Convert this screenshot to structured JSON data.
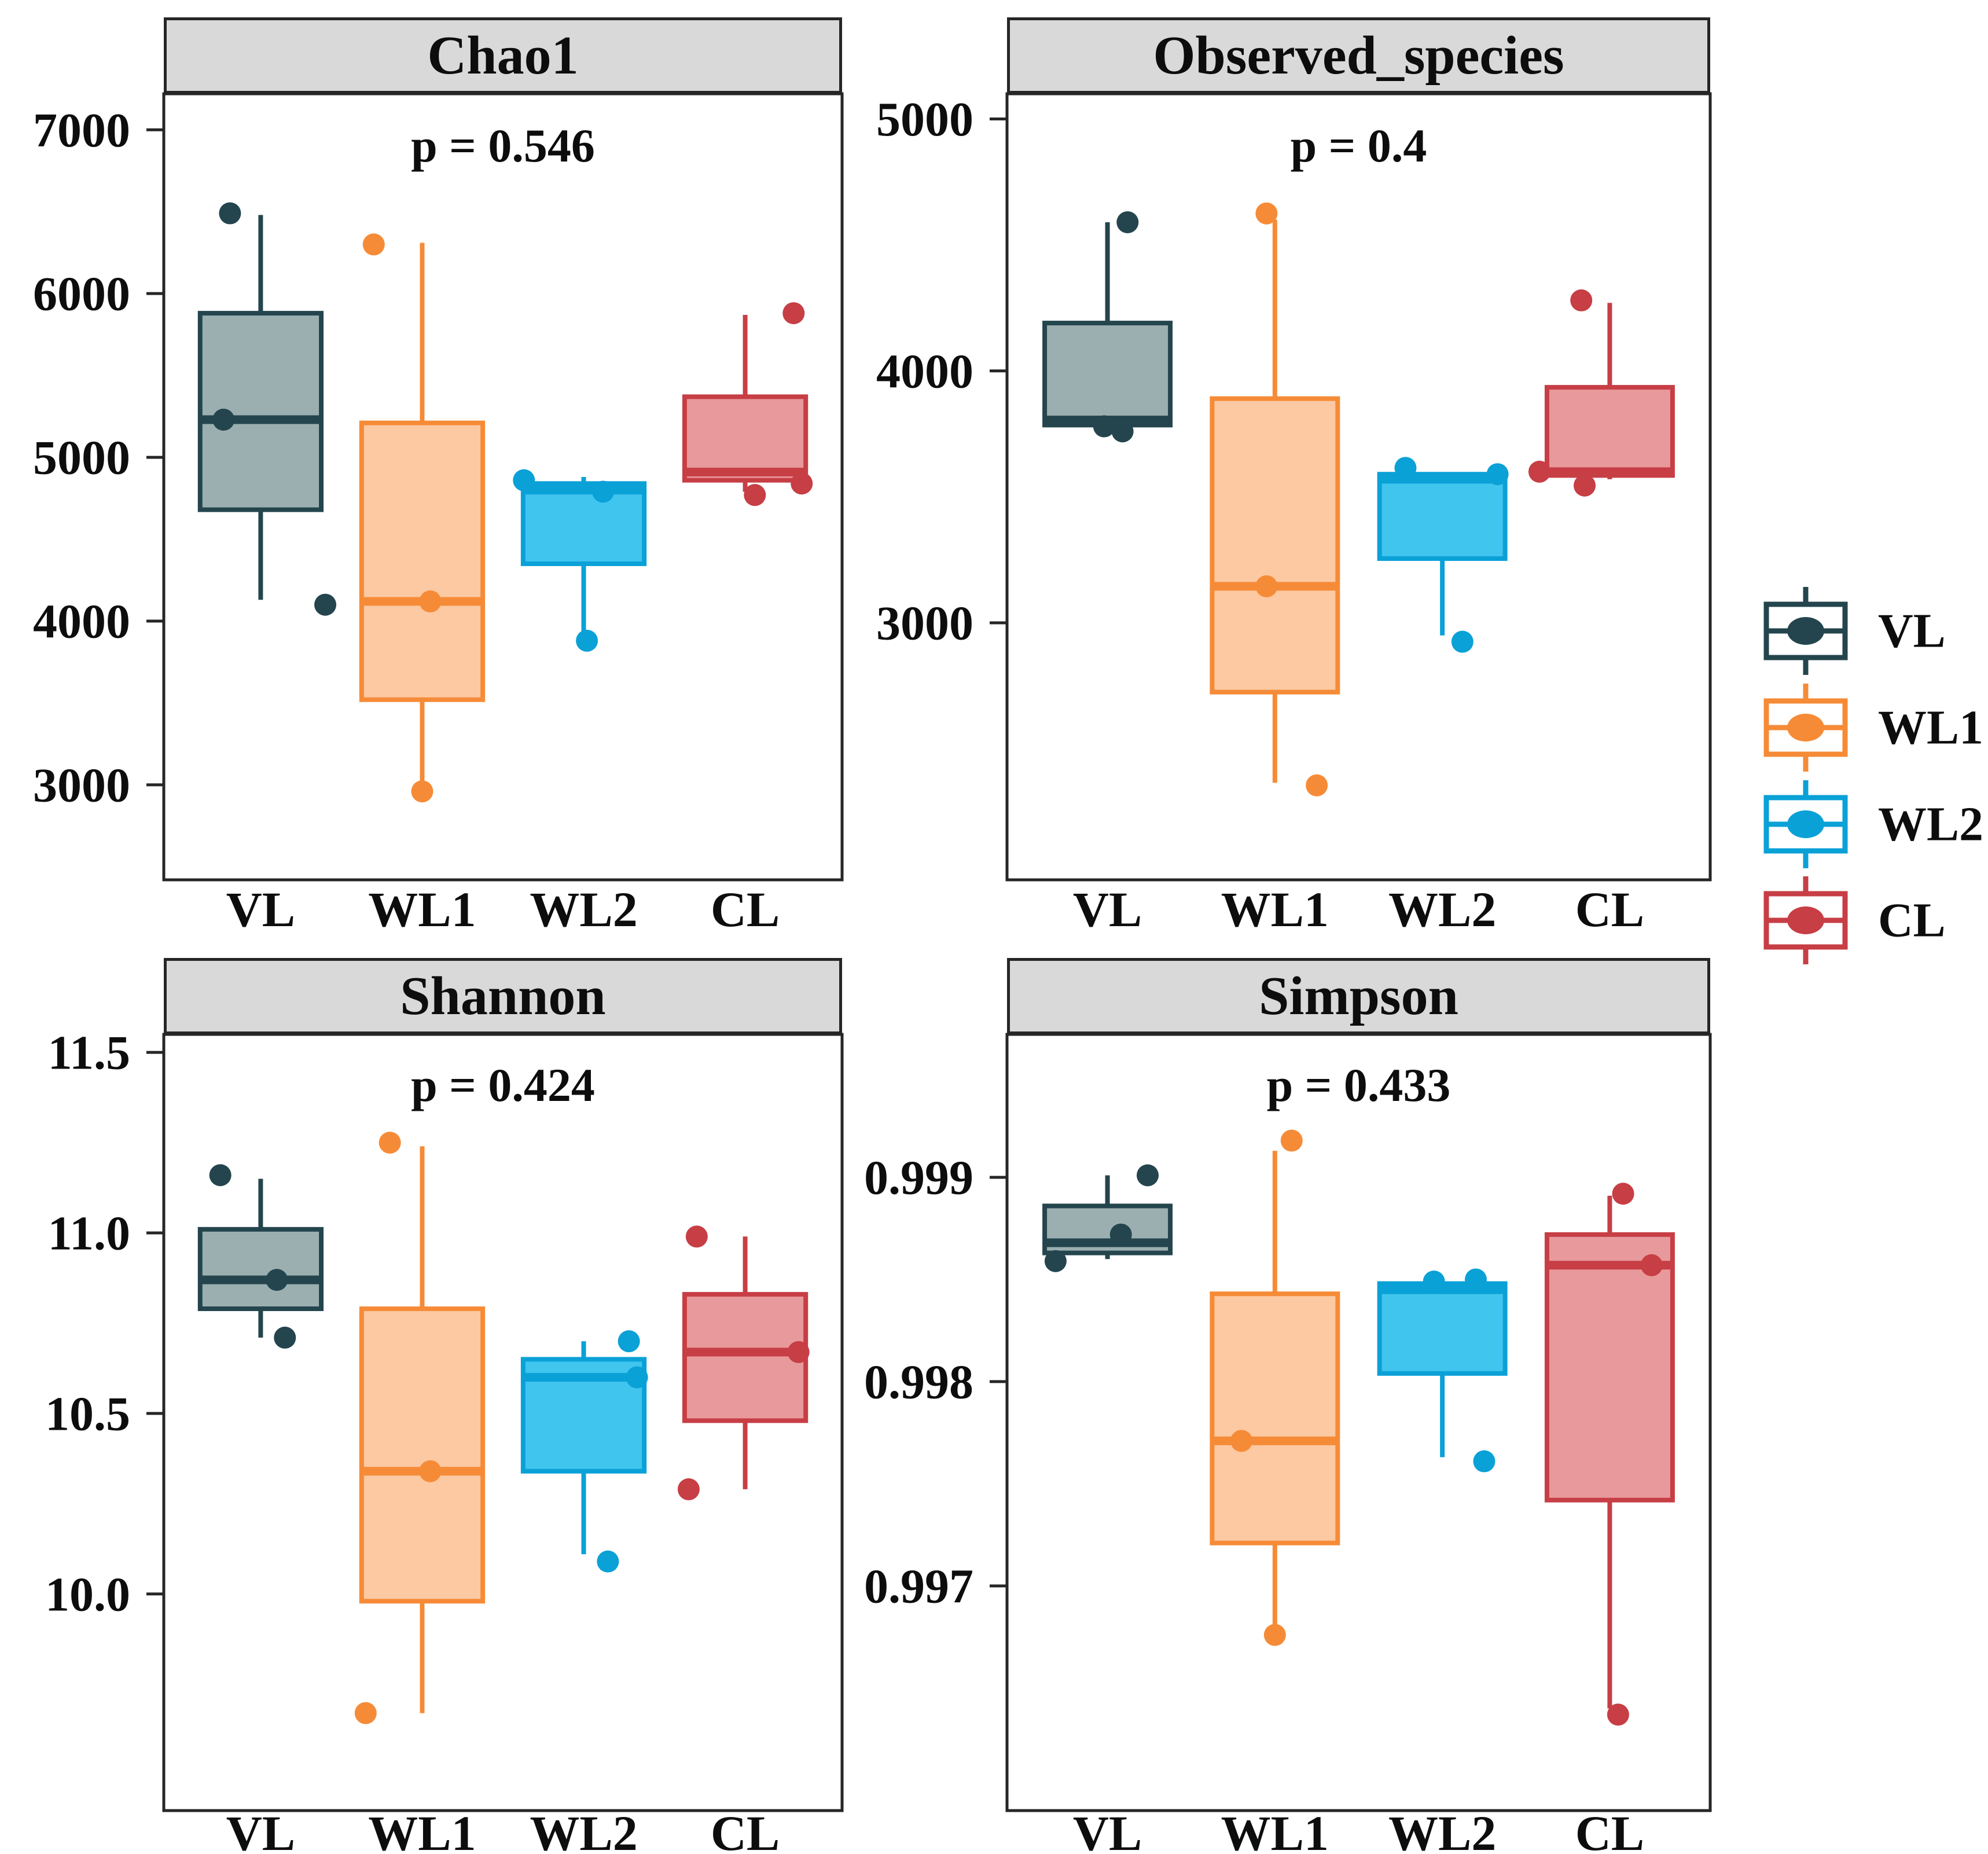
{
  "figure": {
    "background": "#ffffff",
    "text_color": "#0d0d0d",
    "panel_header_bg": "#d9d9d9",
    "panel_border_color": "#262626"
  },
  "groups": {
    "vl": {
      "label": "VL",
      "stroke": "#24454d",
      "fill": "#9bafb1"
    },
    "wl1": {
      "label": "WL1",
      "stroke": "#f68b37",
      "fill": "#fcc9a2"
    },
    "wl2": {
      "label": "WL2",
      "stroke": "#0aa1d7",
      "fill": "#40c5ef"
    },
    "cl": {
      "label": "CL",
      "stroke": "#c73e45",
      "fill": "#e8999b"
    }
  },
  "legend": {
    "items": [
      {
        "group": "vl",
        "label": "VL"
      },
      {
        "group": "wl1",
        "label": "WL1"
      },
      {
        "group": "wl2",
        "label": "WL2"
      },
      {
        "group": "cl",
        "label": "CL"
      }
    ]
  },
  "chart_data": [
    {
      "type": "box",
      "title": "Chao1",
      "p_label": "p = 0.546",
      "ylim": [
        2420,
        7220
      ],
      "yticks": [
        {
          "v": 7000,
          "label": "7000"
        },
        {
          "v": 6000,
          "label": "6000"
        },
        {
          "v": 5000,
          "label": "5000"
        },
        {
          "v": 4000,
          "label": "4000"
        },
        {
          "v": 3000,
          "label": "3000"
        }
      ],
      "categories": [
        "VL",
        "WL1",
        "WL2",
        "CL"
      ],
      "series": [
        {
          "group": "vl",
          "category": "VL",
          "whisker_low": 4130,
          "q1": 4680,
          "median": 5230,
          "q3": 5880,
          "whisker_high": 6480,
          "points": [
            {
              "v": 6490,
              "dx": -0.19
            },
            {
              "v": 5230,
              "dx": -0.23
            },
            {
              "v": 4100,
              "dx": 0.4
            }
          ]
        },
        {
          "group": "wl1",
          "category": "WL1",
          "whisker_low": 2990,
          "q1": 3520,
          "median": 4120,
          "q3": 5210,
          "whisker_high": 6310,
          "points": [
            {
              "v": 6300,
              "dx": -0.3
            },
            {
              "v": 4120,
              "dx": 0.05
            },
            {
              "v": 2960,
              "dx": 0.0
            }
          ]
        },
        {
          "group": "wl2",
          "category": "WL2",
          "whisker_low": 3890,
          "q1": 4350,
          "median": 4800,
          "q3": 4840,
          "whisker_high": 4880,
          "points": [
            {
              "v": 4860,
              "dx": -0.37
            },
            {
              "v": 4790,
              "dx": 0.12
            },
            {
              "v": 3880,
              "dx": 0.02
            }
          ]
        },
        {
          "group": "cl",
          "category": "CL",
          "whisker_low": 4790,
          "q1": 4860,
          "median": 4910,
          "q3": 5370,
          "whisker_high": 5870,
          "points": [
            {
              "v": 5880,
              "dx": 0.3
            },
            {
              "v": 4840,
              "dx": 0.35
            },
            {
              "v": 4770,
              "dx": 0.06
            }
          ]
        }
      ]
    },
    {
      "type": "box",
      "title": "Observed_species",
      "p_label": "p = 0.4",
      "ylim": [
        1980,
        5100
      ],
      "yticks": [
        {
          "v": 5000,
          "label": "5000"
        },
        {
          "v": 4000,
          "label": "4000"
        },
        {
          "v": 3000,
          "label": "3000"
        }
      ],
      "categories": [
        "VL",
        "WL1",
        "WL2",
        "CL"
      ],
      "series": [
        {
          "group": "vl",
          "category": "VL",
          "whisker_low": 3785,
          "q1": 3785,
          "median": 3805,
          "q3": 4190,
          "whisker_high": 4590,
          "points": [
            {
              "v": 4590,
              "dx": 0.12
            },
            {
              "v": 3780,
              "dx": -0.02
            },
            {
              "v": 3760,
              "dx": 0.09
            }
          ]
        },
        {
          "group": "wl1",
          "category": "WL1",
          "whisker_low": 2365,
          "q1": 2725,
          "median": 3145,
          "q3": 3890,
          "whisker_high": 4600,
          "points": [
            {
              "v": 4625,
              "dx": -0.05
            },
            {
              "v": 3145,
              "dx": -0.05
            },
            {
              "v": 2355,
              "dx": 0.25
            }
          ]
        },
        {
          "group": "wl2",
          "category": "WL2",
          "whisker_low": 2950,
          "q1": 3255,
          "median": 3570,
          "q3": 3590,
          "whisker_high": 3590,
          "points": [
            {
              "v": 3615,
              "dx": -0.22
            },
            {
              "v": 3590,
              "dx": 0.33
            },
            {
              "v": 2925,
              "dx": 0.12
            }
          ]
        },
        {
          "group": "cl",
          "category": "CL",
          "whisker_low": 3570,
          "q1": 3585,
          "median": 3600,
          "q3": 3935,
          "whisker_high": 4270,
          "points": [
            {
              "v": 4280,
              "dx": -0.17
            },
            {
              "v": 3600,
              "dx": -0.42
            },
            {
              "v": 3545,
              "dx": -0.15
            }
          ]
        }
      ]
    },
    {
      "type": "box",
      "title": "Shannon",
      "p_label": "p = 0.424",
      "ylim": [
        9.4,
        11.55
      ],
      "yticks": [
        {
          "v": 11.5,
          "label": "11.5"
        },
        {
          "v": 11.0,
          "label": "11.0"
        },
        {
          "v": 10.5,
          "label": "10.5"
        },
        {
          "v": 10.0,
          "label": "10.0"
        }
      ],
      "categories": [
        "VL",
        "WL1",
        "WL2",
        "CL"
      ],
      "series": [
        {
          "group": "vl",
          "category": "VL",
          "whisker_low": 10.71,
          "q1": 10.79,
          "median": 10.87,
          "q3": 11.01,
          "whisker_high": 11.15,
          "points": [
            {
              "v": 11.16,
              "dx": -0.25
            },
            {
              "v": 10.87,
              "dx": 0.1
            },
            {
              "v": 10.71,
              "dx": 0.15
            }
          ]
        },
        {
          "group": "wl1",
          "category": "WL1",
          "whisker_low": 9.67,
          "q1": 9.98,
          "median": 10.34,
          "q3": 10.79,
          "whisker_high": 11.24,
          "points": [
            {
              "v": 11.25,
              "dx": -0.2
            },
            {
              "v": 10.34,
              "dx": 0.05
            },
            {
              "v": 9.67,
              "dx": -0.35
            }
          ]
        },
        {
          "group": "wl2",
          "category": "WL2",
          "whisker_low": 10.11,
          "q1": 10.34,
          "median": 10.6,
          "q3": 10.65,
          "whisker_high": 10.7,
          "points": [
            {
              "v": 10.7,
              "dx": 0.28
            },
            {
              "v": 10.6,
              "dx": 0.33
            },
            {
              "v": 10.09,
              "dx": 0.15
            }
          ]
        },
        {
          "group": "cl",
          "category": "CL",
          "whisker_low": 10.29,
          "q1": 10.48,
          "median": 10.67,
          "q3": 10.83,
          "whisker_high": 10.99,
          "points": [
            {
              "v": 10.99,
              "dx": -0.3
            },
            {
              "v": 10.67,
              "dx": 0.33
            },
            {
              "v": 10.29,
              "dx": -0.35
            }
          ]
        }
      ]
    },
    {
      "type": "box",
      "title": "Simpson",
      "p_label": "p = 0.433",
      "ylim": [
        0.9959,
        0.9997
      ],
      "yticks": [
        {
          "v": 0.999,
          "label": "0.999"
        },
        {
          "v": 0.998,
          "label": "0.998"
        },
        {
          "v": 0.997,
          "label": "0.997"
        }
      ],
      "categories": [
        "VL",
        "WL1",
        "WL2",
        "CL"
      ],
      "series": [
        {
          "group": "vl",
          "category": "VL",
          "whisker_low": 0.9986,
          "q1": 0.99863,
          "median": 0.99868,
          "q3": 0.99886,
          "whisker_high": 0.99901,
          "points": [
            {
              "v": 0.99901,
              "dx": 0.24
            },
            {
              "v": 0.99872,
              "dx": 0.08
            },
            {
              "v": 0.99859,
              "dx": -0.31
            }
          ]
        },
        {
          "group": "wl1",
          "category": "WL1",
          "whisker_low": 0.99678,
          "q1": 0.99721,
          "median": 0.99771,
          "q3": 0.99843,
          "whisker_high": 0.99913,
          "points": [
            {
              "v": 0.99918,
              "dx": 0.1
            },
            {
              "v": 0.99771,
              "dx": -0.2
            },
            {
              "v": 0.99676,
              "dx": 0.0
            }
          ]
        },
        {
          "group": "wl2",
          "category": "WL2",
          "whisker_low": 0.99763,
          "q1": 0.99804,
          "median": 0.99845,
          "q3": 0.99848,
          "whisker_high": 0.99848,
          "points": [
            {
              "v": 0.99849,
              "dx": -0.05
            },
            {
              "v": 0.9985,
              "dx": 0.2
            },
            {
              "v": 0.99761,
              "dx": 0.25
            }
          ]
        },
        {
          "group": "cl",
          "category": "CL",
          "whisker_low": 0.9964,
          "q1": 0.99742,
          "median": 0.99857,
          "q3": 0.99872,
          "whisker_high": 0.99891,
          "points": [
            {
              "v": 0.99892,
              "dx": 0.08
            },
            {
              "v": 0.99857,
              "dx": 0.25
            },
            {
              "v": 0.99637,
              "dx": 0.05
            }
          ]
        }
      ]
    }
  ]
}
